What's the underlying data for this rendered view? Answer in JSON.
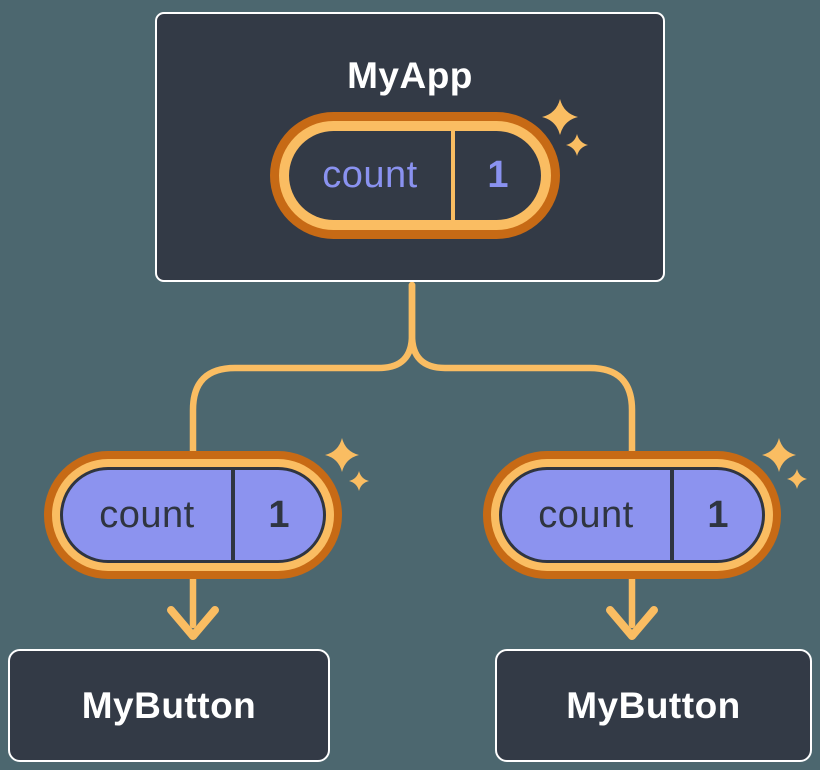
{
  "diagram": {
    "root": {
      "title": "MyApp",
      "state": {
        "label": "count",
        "value": "1"
      }
    },
    "children": [
      {
        "title": "MyButton",
        "prop": {
          "label": "count",
          "value": "1"
        }
      },
      {
        "title": "MyButton",
        "prop": {
          "label": "count",
          "value": "1"
        }
      }
    ]
  },
  "icons": {
    "sparkles": "sparkles-icon",
    "arrow": "arrow-down-icon"
  },
  "colors": {
    "background": "#4C676F",
    "component_box_fill": "#333A46",
    "component_box_border": "#FFFFFF",
    "pill_ring_outer": "#C76A15",
    "pill_ring_inner": "#FABD62",
    "connector": "#FABD62",
    "sparkle": "#FABD62",
    "prop_pill_fill": "#8C93EF",
    "state_text": "#8A92F0",
    "prop_text": "#2F3540",
    "title_text": "#FFFFFF"
  }
}
